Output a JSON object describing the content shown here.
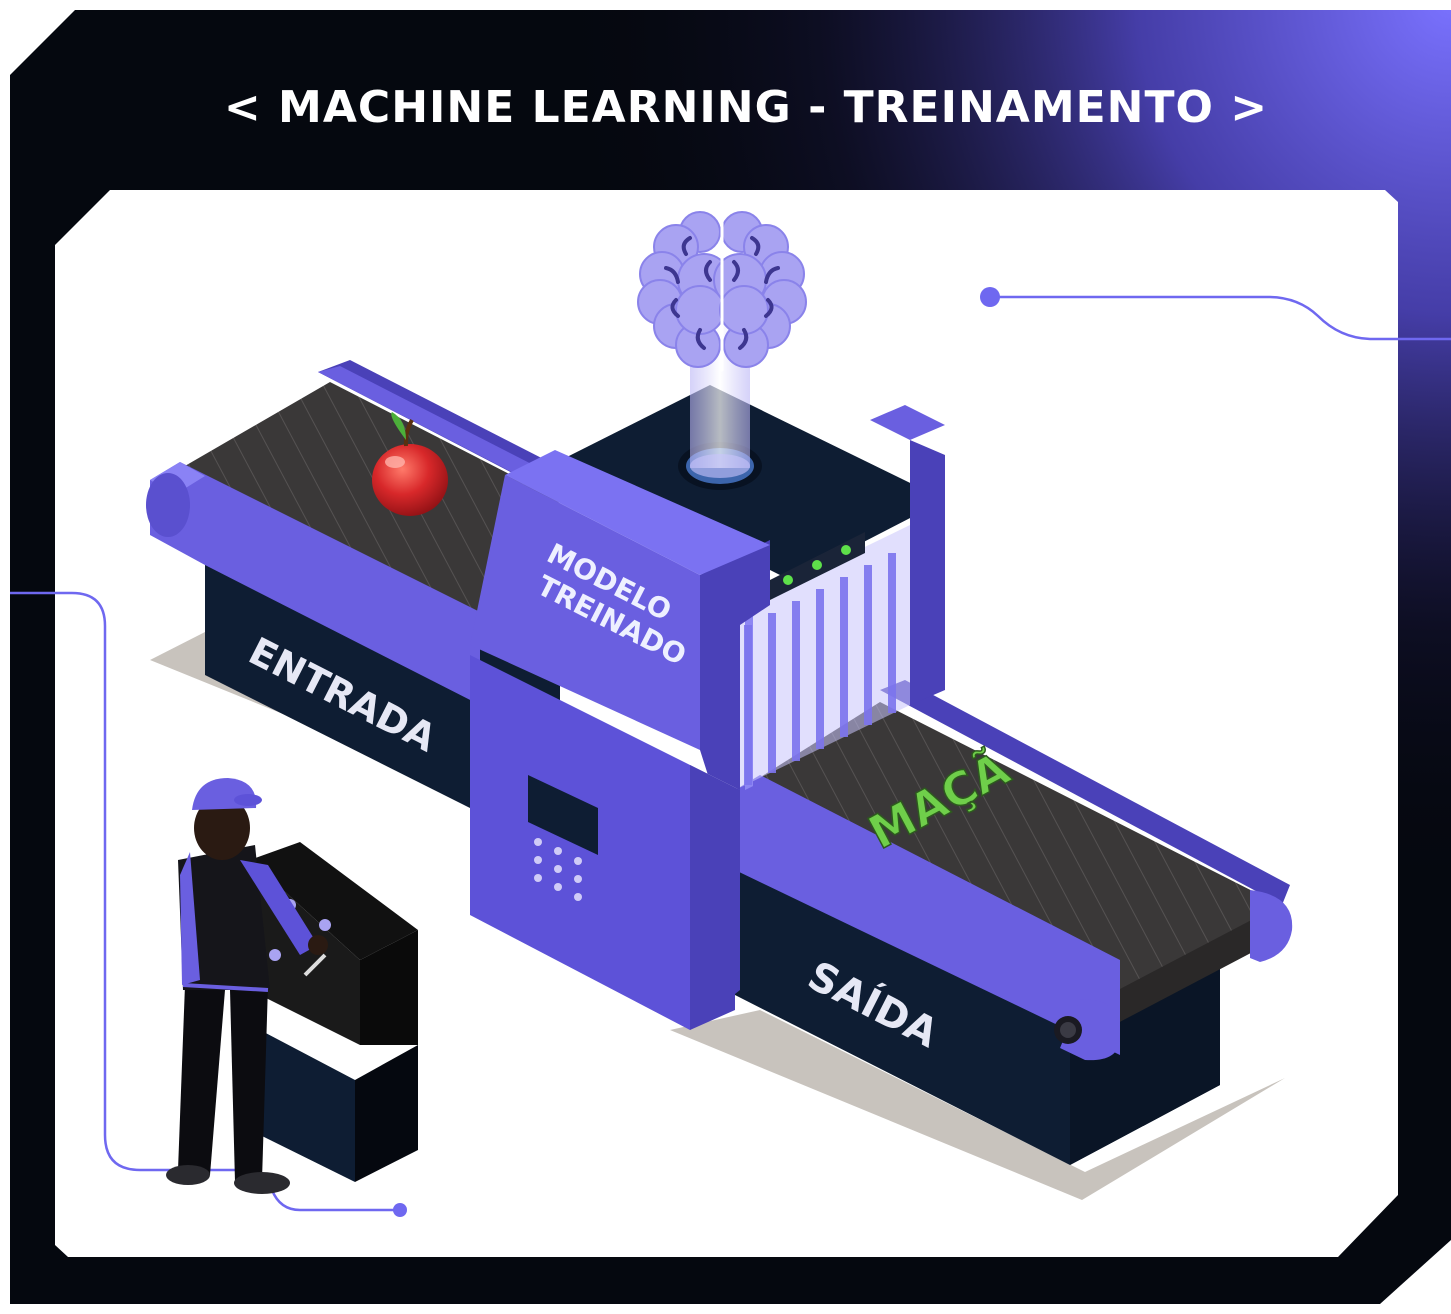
{
  "title": "< MACHINE LEARNING - TREINAMENTO >",
  "labels": {
    "input": "ENTRADA",
    "output": "SAÍDA",
    "model_line1": "MODELO",
    "model_line2": "TREINADO",
    "result": "MAÇÃ"
  },
  "colors": {
    "frame": "#05080f",
    "accent": "#6f68f0",
    "machine": "#6a5fe0",
    "machine_dark": "#4a41b8",
    "navy": "#0e1d33",
    "belt": "#3a3838",
    "brain": "#a9a3f2",
    "apple": "#d8282a",
    "result_green": "#6fcf4a"
  },
  "icons": [
    "brain-icon",
    "apple-icon",
    "worker-figure",
    "control-console"
  ]
}
